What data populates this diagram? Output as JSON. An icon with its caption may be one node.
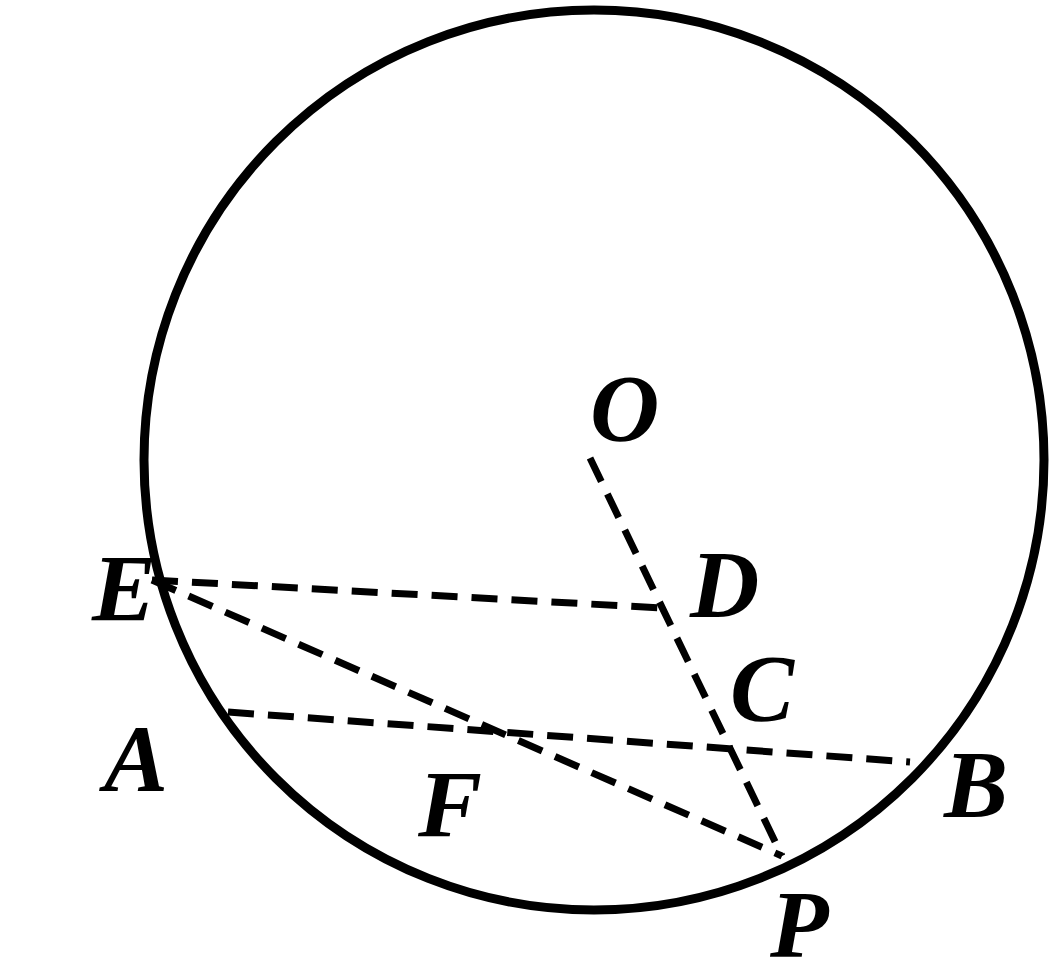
{
  "diagram": {
    "nodes": [
      {
        "text": [
          "O"
        ]
      },
      {
        "text": [
          "E"
        ]
      },
      {
        "text": [
          "D"
        ]
      },
      {
        "text": [
          "A"
        ]
      },
      {
        "text": [
          "B"
        ]
      },
      {
        "text": [
          "P"
        ]
      }
    ],
    "edges": [
      {
        "from": 0,
        "to": 5,
        "arrow": "none",
        "style": "dashed"
      },
      {
        "from": 1,
        "to": 2,
        "arrow": "none",
        "style": "dashed"
      },
      {
        "from": 3,
        "to": 4,
        "arrow": "none",
        "style": "dashed"
      },
      {
        "from": 1,
        "to": 5,
        "arrow": "none",
        "style": "dashed"
      }
    ],
    "labels": [
      "C",
      "F"
    ]
  }
}
